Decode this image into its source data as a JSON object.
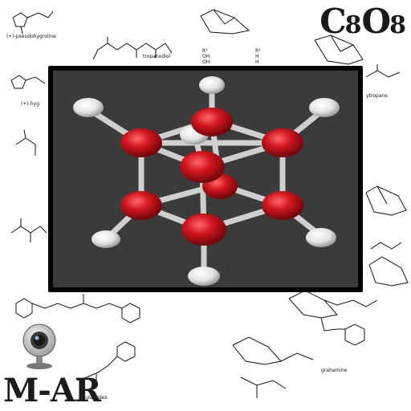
{
  "app": {
    "title_main": "C",
    "title_sub1": "8",
    "title_mid": "O",
    "title_sub2": "8",
    "brand": "M-AR"
  },
  "molecules": [
    {
      "key": "pseudohygroline",
      "label": "(+)-pseudohygroline"
    },
    {
      "key": "tropanodiol",
      "label": "tropanodiol"
    },
    {
      "key": "r_table_r1",
      "label": "R¹"
    },
    {
      "key": "r_table_r2",
      "label": "R²"
    },
    {
      "key": "r_table_oh1",
      "label": "OH"
    },
    {
      "key": "r_table_oh2",
      "label": "OH"
    },
    {
      "key": "r_table_h1",
      "label": "H"
    },
    {
      "key": "r_table_h2",
      "label": "H"
    },
    {
      "key": "hygroline",
      "label": "(+)-hyg"
    },
    {
      "key": "tropane",
      "label": "ytropane"
    },
    {
      "key": "grahamine",
      "label": "grahamine"
    },
    {
      "key": "feruloamides",
      "label": "ferulamides"
    }
  ],
  "icons": {
    "webcam": "webcam-icon",
    "molecule": "cube-molecule-icon"
  },
  "colors": {
    "frame": "#000000",
    "viewport": "#3b3b3b",
    "atom_red": "#c8141c",
    "atom_white": "#e8e8e8",
    "bond": "#d4d4d4"
  }
}
